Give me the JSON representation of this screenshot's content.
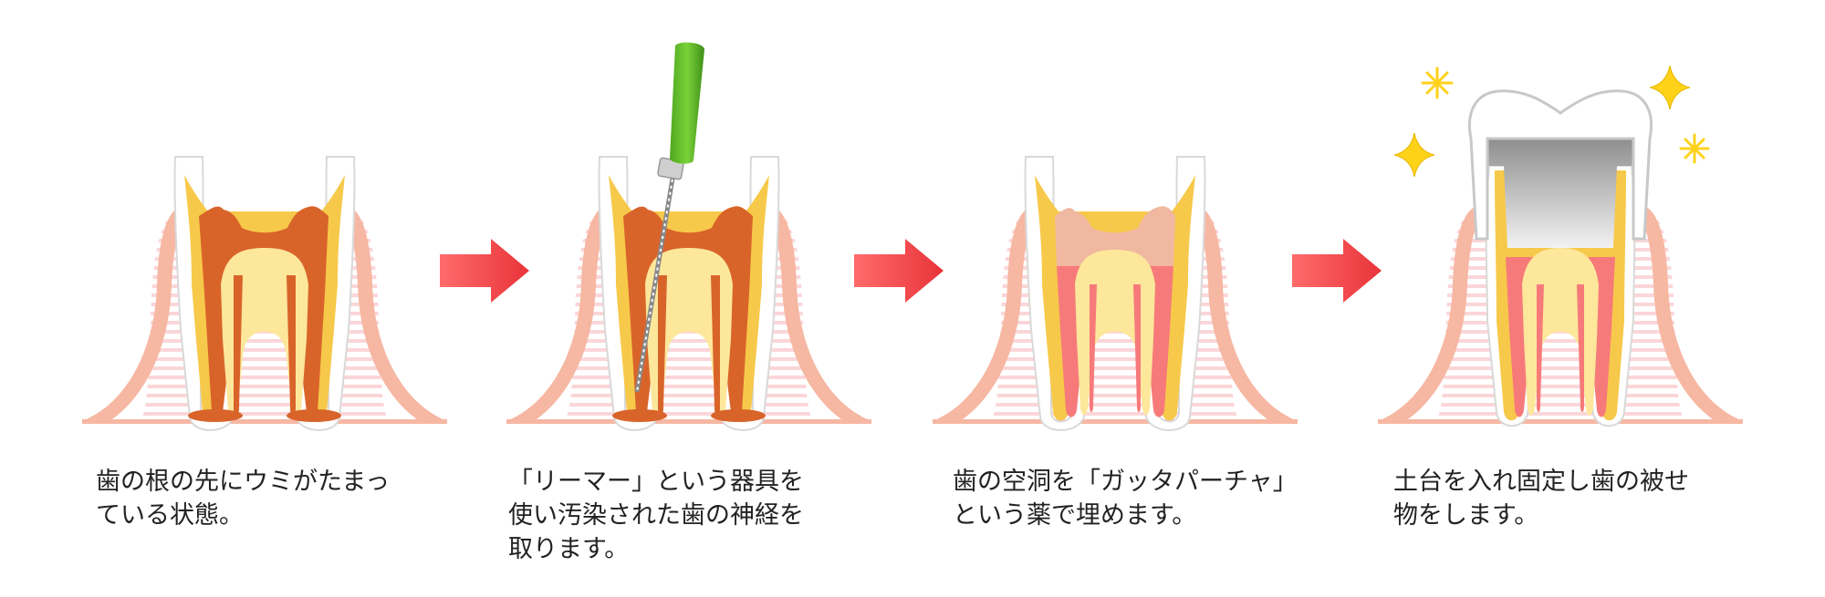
{
  "steps": [
    {
      "caption": "歯の根の先にウミがたまっ\nている状態。"
    },
    {
      "caption": "「リーマー」という器具を\n使い汚染された歯の神経を\n取ります。"
    },
    {
      "caption": "歯の空洞を「ガッタパーチャ」\nという薬で埋めます。"
    },
    {
      "caption": "土台を入れ固定し歯の被せ\n物をします。"
    }
  ],
  "colors": {
    "gum": "#f6b7a3",
    "gum_edge": "#f08f72",
    "gum_lines": "#fbd6d8",
    "enamel": "#ffffff",
    "dentin": "#f7c94a",
    "dentin_inner": "#fde79b",
    "infection": "#d9642a",
    "pus": "#d9642a",
    "arrow": "#f24a4a",
    "reamer_handle": "#63c229",
    "gutta_percha": "#f77a7a",
    "cement": "#f0b8a0",
    "crown": "#9a9a9a",
    "sparkle": "#ffd21a"
  },
  "icons": [
    "arrow-right-icon",
    "reamer-icon",
    "sparkle-icon",
    "crown-icon"
  ]
}
